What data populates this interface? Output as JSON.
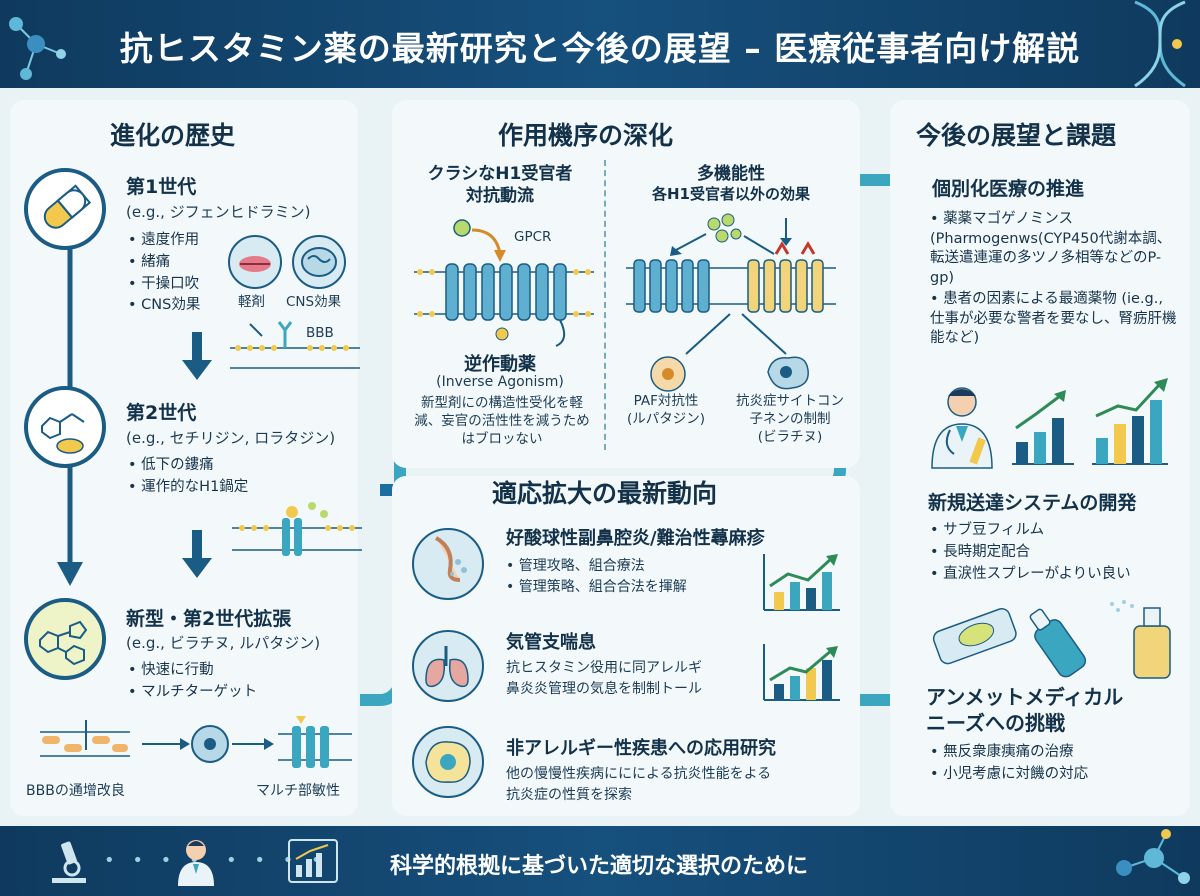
{
  "header": {
    "title": "抗ヒスタミン薬の最新研究と今後の展望 – 医療従事者向け解説"
  },
  "history": {
    "title": "進化の歴史",
    "gen1": {
      "title": "第1世代",
      "example": "(e.g., ジフェンヒドラミン)",
      "items": [
        "遠度作用",
        "緒痛",
        "干操口吹",
        "CNS効果"
      ],
      "icon_labels": [
        "軽剤",
        "CNS効果"
      ],
      "bbb_label": "BBB"
    },
    "gen2": {
      "title": "第2世代",
      "example": "(e.g., セチリジン, ロラタジン)",
      "items": [
        "低下の鏤痛",
        "運作的なH1鍋定"
      ]
    },
    "gen3": {
      "title": "新型・第2世代拡張",
      "example": "(e.g., ビラチヌ, ルパタジン)",
      "items": [
        "快速に行動",
        "マルチターゲット"
      ]
    },
    "bottom_labels": [
      "BBBの通增改良",
      "マルチ部敏性"
    ]
  },
  "mechanism": {
    "title": "作用機序の深化",
    "left": {
      "title_lines": [
        "クラシなH1受官者",
        "対抗動流"
      ],
      "gpcr": "GPCR",
      "inverse_title": "逆作動薬",
      "inverse_sub": "(Inverse Agonism)",
      "inverse_desc": "新型剤にの構造性受化を軽減、妄官の活性性を減うためはブロッない"
    },
    "right": {
      "title_lines": [
        "多機能性",
        "各H1受官者以外の効果"
      ],
      "paf": [
        "PAF対抗性",
        "(ルパタジン)"
      ],
      "cytokine": [
        "抗炎症サイトコン",
        "子ネンの制制",
        "(ビラチヌ)"
      ]
    }
  },
  "indication": {
    "title": "適応拡大の最新動向",
    "items": [
      {
        "title": "好酸球性副鼻腔炎/難治性蕁麻疹",
        "lines": [
          "• 管理攻略、組合療法",
          "• 管理策略、組合合法を揮解"
        ]
      },
      {
        "title": "気管支喘息",
        "lines": [
          "抗ヒスタミン役用に同アレルギ",
          "鼻炎炎管理の気息を制制トール"
        ]
      },
      {
        "title": "非アレルギー性疾患への応用研究",
        "lines": [
          "他の慢慢性疾病ににによる抗炎性能をよる",
          "抗炎症の性質を探索"
        ]
      }
    ]
  },
  "future": {
    "title": "今後の展望と課題",
    "personal": {
      "title": "個別化医療の推進",
      "items": [
        "薬薬マゴゲノミンス (Pharmogenws(CYP450代謝本調、転送遣連運の多ツノ多相等などのP-gp)",
        "患者の因素による最適薬物 (ie.g., 仕事が必要な警者を要なし、腎疬肝機能など)"
      ]
    },
    "delivery": {
      "title": "新規送達システムの開発",
      "items": [
        "サブ豆フィルム",
        "長時期定配合",
        "直涙性スプレーがよりい良い"
      ]
    },
    "unmet": {
      "title_lines": [
        "アンメットメディカル",
        "ニーズへの挑戦"
      ],
      "items": [
        "無反衆康痍痛の治療",
        "小児考慮に対饑の対応"
      ]
    }
  },
  "footer": {
    "text": "科学的根拠に基づいた適切な選択のために"
  },
  "colors": {
    "navy": "#0f3a5e",
    "teal": "#3aa6c0",
    "accent_yellow": "#f2c94c"
  }
}
